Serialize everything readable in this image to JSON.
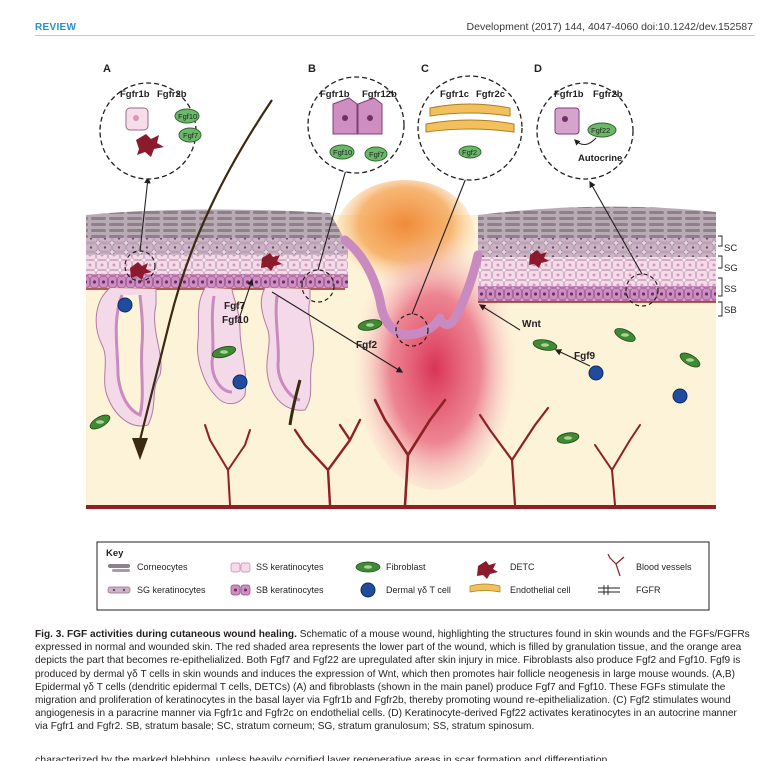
{
  "header": {
    "section": "REVIEW",
    "citation": "Development (2017) 144, 4047-4060 doi:10.1242/dev.152587"
  },
  "figure": {
    "panels": {
      "A": {
        "letter": "A",
        "receptor_1": "Fgfr1b",
        "receptor_2": "Fgfr2b",
        "ligand_1": "Fgf10",
        "ligand_2": "Fgf7"
      },
      "B": {
        "letter": "B",
        "receptor_1": "Fgfr1b",
        "receptor_2": "Fgfr12b",
        "ligand_1": "Fgf10",
        "ligand_2": "Fgf7"
      },
      "C": {
        "letter": "C",
        "receptor_1": "Fgfr1c",
        "receptor_2": "Fgfr2c",
        "ligand_1": "Fgf2"
      },
      "D": {
        "letter": "D",
        "receptor_1": "Fgfr1b",
        "receptor_2": "Fgfr2b",
        "ligand_1": "Fgf22",
        "note": "Autocrine"
      }
    },
    "labels": {
      "fgf7": "Fgf7",
      "fgf10": "Fgf10",
      "fgf2": "Fgf2",
      "wnt": "Wnt",
      "fgf9": "Fgf9"
    },
    "layers": [
      "SC",
      "SG",
      "SS",
      "SB"
    ],
    "colors": {
      "dermis": "#fdf3d8",
      "wound_red": "#e0465f",
      "wound_orange": "#f4a04a",
      "sb_keratinocyte": "#c98ac0",
      "ss_keratinocyte": "#f4d9e8",
      "sg_keratinocyte": "#cdb8c9",
      "corneocyte": "#a99aa6",
      "fibroblast": "#3f8a33",
      "detc": "#8b1a2c",
      "gd_t_cell": "#1f4c9c",
      "endothelial": "#f2c15e",
      "blood_vessel": "#8e2127",
      "basement": "#9a2a2a"
    },
    "key": {
      "title": "Key",
      "items": [
        {
          "icon": "corneocytes-icon",
          "label": "Corneocytes"
        },
        {
          "icon": "ss-keratinocytes-icon",
          "label": "SS keratinocytes"
        },
        {
          "icon": "fibroblast-icon",
          "label": "Fibroblast"
        },
        {
          "icon": "detc-icon",
          "label": "DETC"
        },
        {
          "icon": "blood-vessels-icon",
          "label": "Blood vessels"
        },
        {
          "icon": "sg-keratinocytes-icon",
          "label": "SG keratinocytes"
        },
        {
          "icon": "sb-keratinocytes-icon",
          "label": "SB keratinocytes"
        },
        {
          "icon": "dermal-t-cell-icon",
          "label": "Dermal γδ T cell"
        },
        {
          "icon": "endothelial-cell-icon",
          "label": "Endothelial cell"
        },
        {
          "icon": "fgfr-icon",
          "label": "FGFR"
        }
      ]
    }
  },
  "caption": {
    "title": "Fig. 3. FGF activities during cutaneous wound healing.",
    "body": "Schematic of a mouse wound, highlighting the structures found in skin wounds and the FGFs/FGFRs expressed in normal and wounded skin. The red shaded area represents the lower part of the wound, which is filled by granulation tissue, and the orange area depicts the part that becomes re-epithelialized. Both Fgf7 and Fgf22 are upregulated after skin injury in mice. Fibroblasts also produce Fgf2 and Fgf10. Fgf9 is produced by dermal γδ T cells in skin wounds and induces the expression of Wnt, which then promotes hair follicle neogenesis in large mouse wounds. (A,B) Epidermal γδ T cells (dendritic epidermal T cells, DETCs) (A) and fibroblasts (shown in the main panel) produce Fgf7 and Fgf10. These FGFs stimulate the migration and proliferation of keratinocytes in the basal layer via Fgfr1b and Fgfr2b, thereby promoting wound re-epithelialization. (C) Fgf2 stimulates wound angiogenesis in a paracrine manner via Fgfr1c and Fgfr2c on endothelial cells. (D) Keratinocyte-derived Fgf22 activates keratinocytes in an autocrine manner via Fgfr1 and Fgfr2. SB, stratum basale; SC, stratum corneum; SG, stratum granulosum; SS, stratum spinosum."
  },
  "next_text": "characterized by the marked blebbing, unless heavily cornified layer regenerative areas in scar formation and differentiation"
}
